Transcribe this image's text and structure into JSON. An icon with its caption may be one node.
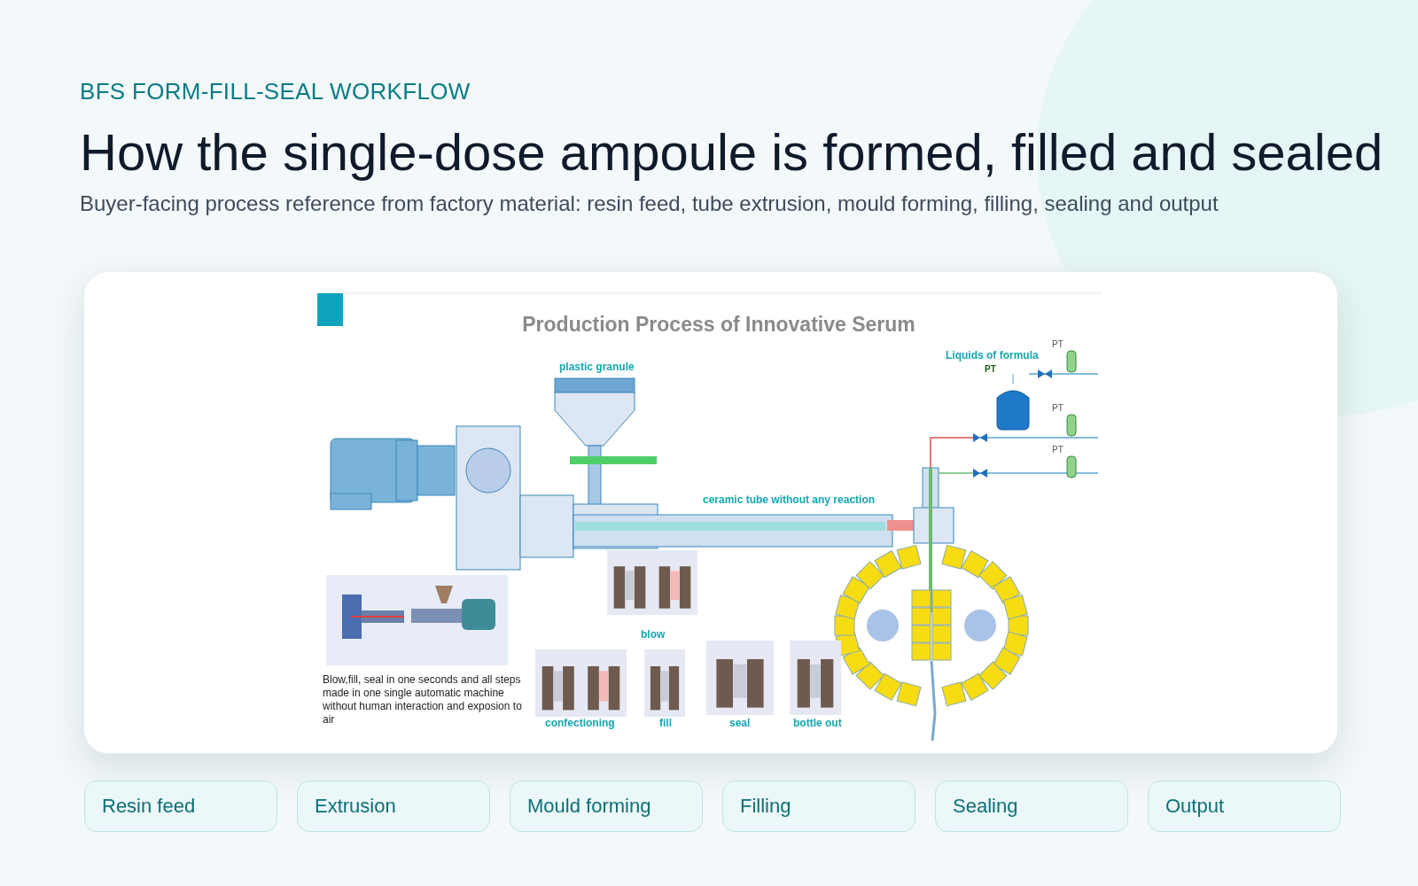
{
  "diagram": {
    "title": "How the single-dose ampoule is formed, filled and sealed",
    "labels": [
      "BFS FORM-FILL-SEAL WORKFLOW",
      "Buyer-facing process reference from factory material: resin feed, tube extrusion, mould forming, filling, sealing and output",
      "Production Process of Innovative Serum",
      "PT",
      "Liquids of formula",
      "plastic granule",
      "PT",
      "PT",
      "PT",
      "ceramic tube without any reaction",
      "blow",
      "Blow,fill, seal in one seconds and all steps made in one single automatic machine without human interaction and exposion to air",
      "confectioning",
      "fill",
      "seal",
      "bottle out",
      "Resin feed",
      "Extrusion",
      "Mould forming",
      "Filling",
      "Sealing",
      "Output"
    ]
  }
}
